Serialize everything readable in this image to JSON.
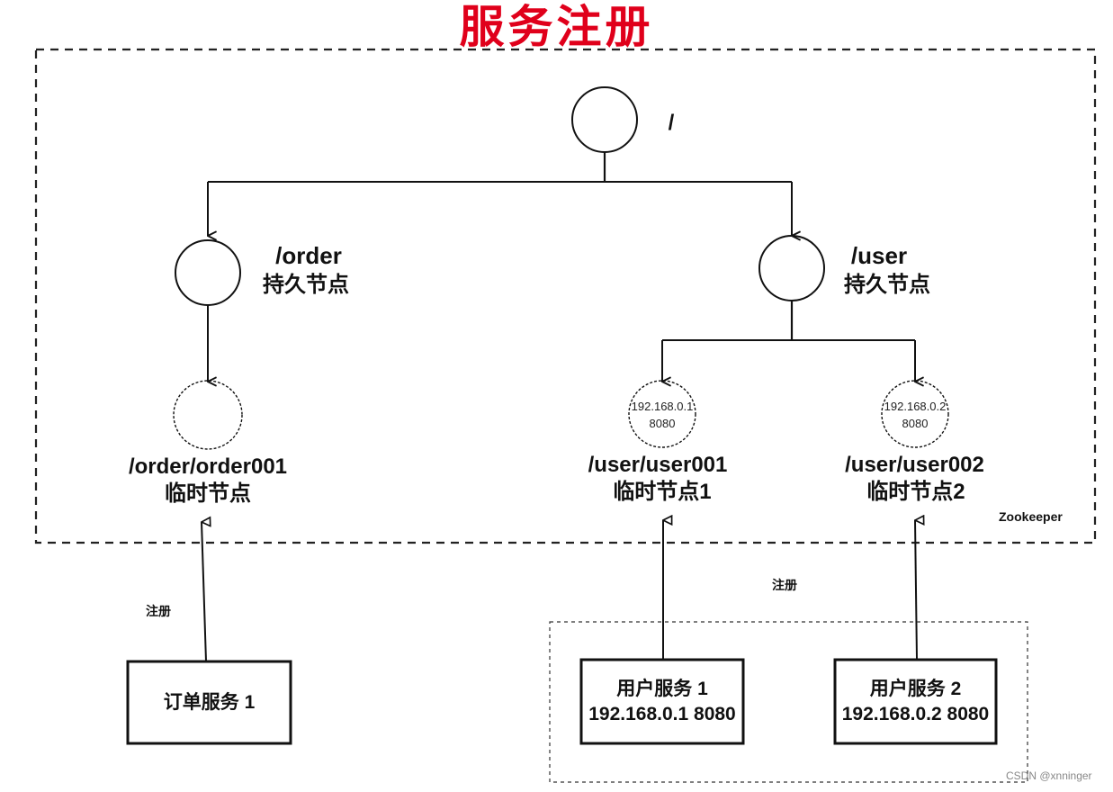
{
  "title": "服务注册",
  "container_label": "Zookeeper",
  "root": {
    "label": "/"
  },
  "order": {
    "path": "/order",
    "type": "持久节点"
  },
  "user": {
    "path": "/user",
    "type": "持久节点"
  },
  "order001": {
    "path": "/order/order001",
    "type": "临时节点"
  },
  "user001": {
    "path": "/user/user001",
    "type": "临时节点1",
    "ip": "192.168.0.1",
    "port": "8080"
  },
  "user002": {
    "path": "/user/user002",
    "type": "临时节点2",
    "ip": "192.168.0.2",
    "port": "8080"
  },
  "register_label_left": "注册",
  "register_label_right": "注册",
  "services": {
    "order": {
      "line1": "订单服务 1"
    },
    "user1": {
      "line1": "用户服务 1",
      "line2": "192.168.0.1 8080"
    },
    "user2": {
      "line1": "用户服务 2",
      "line2": "192.168.0.2 8080"
    }
  },
  "watermark": "CSDN @xnninger"
}
